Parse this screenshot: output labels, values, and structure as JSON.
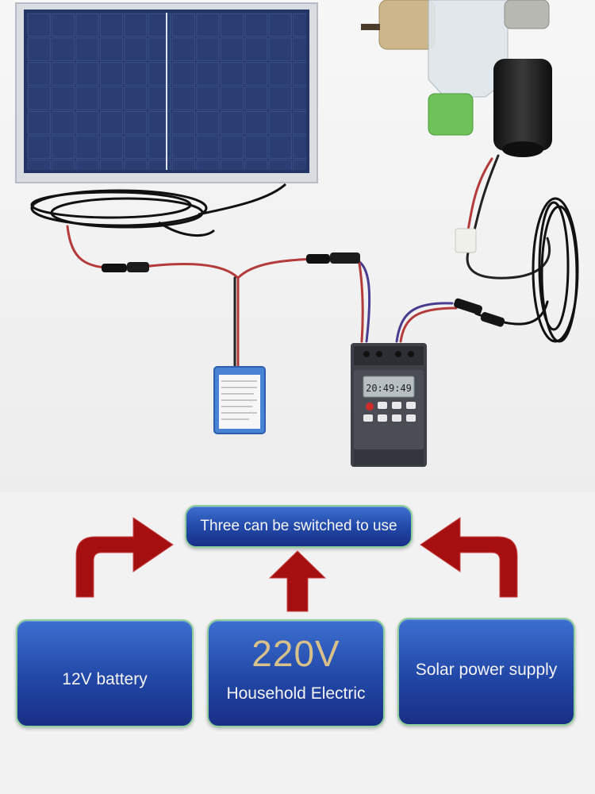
{
  "photo": {
    "timer_display": "20:49:49"
  },
  "labels": {
    "switch": "Three can be switched to use",
    "battery": "12V battery",
    "voltage": "220V",
    "household": "Household Electric",
    "solar": "Solar power supply"
  },
  "colors": {
    "box_gradient_top": "#3c6fd0",
    "box_gradient_bottom": "#1a2f86",
    "box_border": "#8fcf9a",
    "arrow": "#a50f0f",
    "voltage_text": "#d8c08a"
  }
}
